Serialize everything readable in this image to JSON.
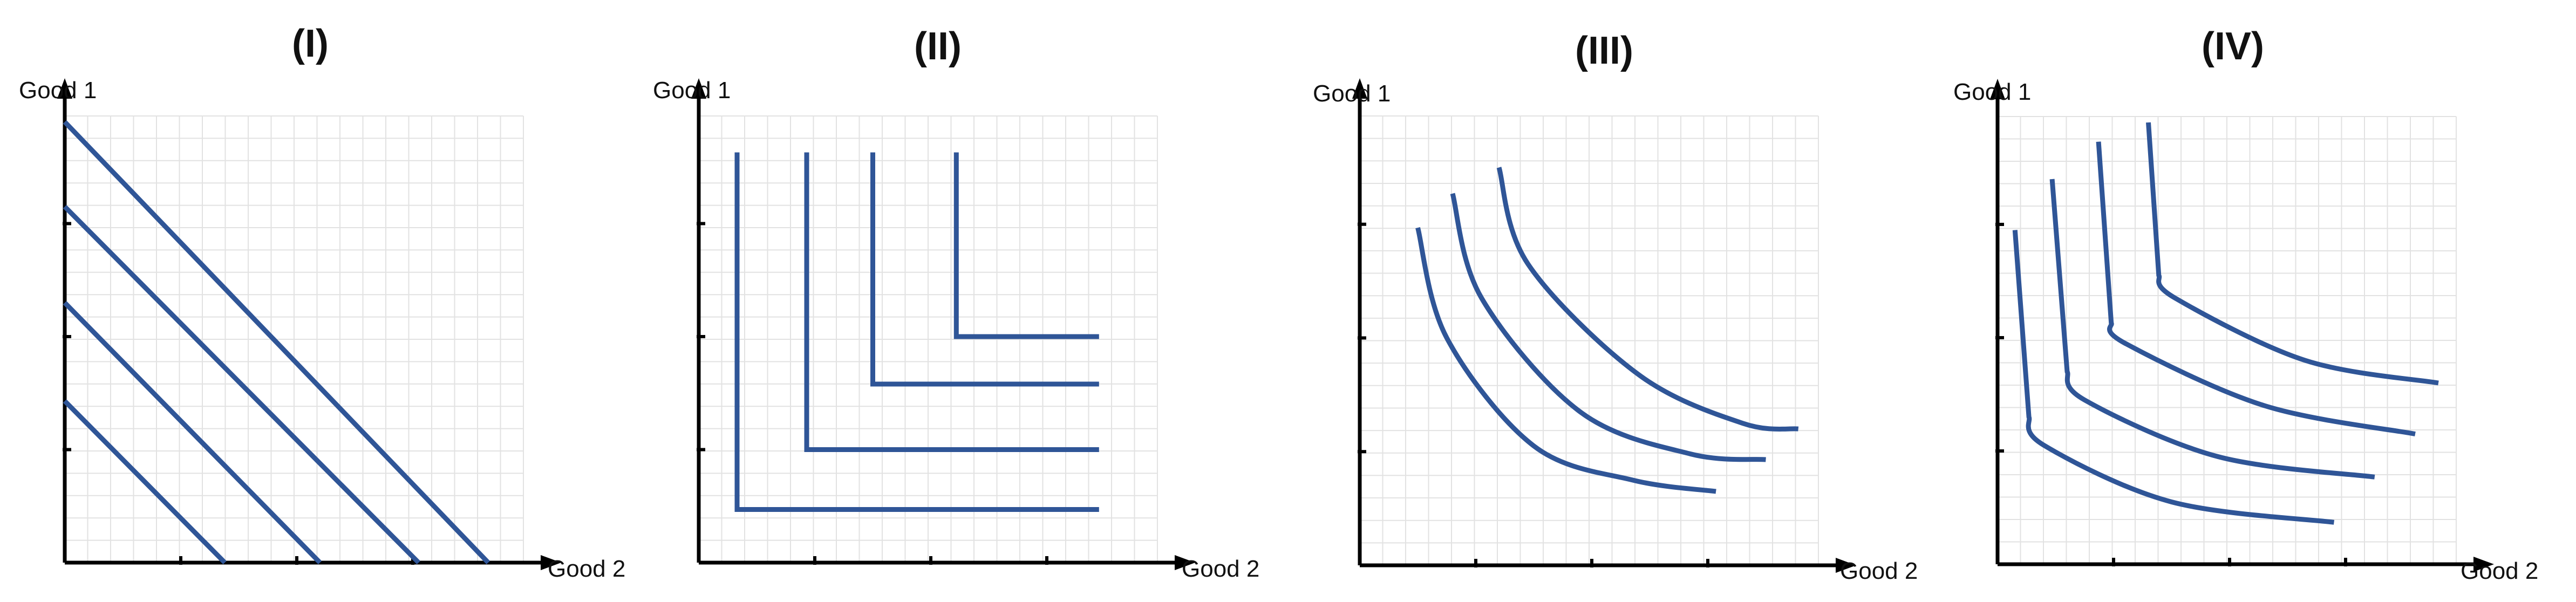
{
  "panels": [
    {
      "id": "panel-1",
      "title": "(I)",
      "y_axis_label": "Good 1",
      "x_axis_label": "Good 2",
      "curve_type": "linear",
      "curve_count": 4
    },
    {
      "id": "panel-2",
      "title": "(II)",
      "y_axis_label": "Good 1",
      "x_axis_label": "Good 2",
      "curve_type": "right-angle",
      "curve_count": 4
    },
    {
      "id": "panel-3",
      "title": "(III)",
      "y_axis_label": "Good 1",
      "x_axis_label": "Good 2",
      "curve_type": "convex",
      "curve_count": 3
    },
    {
      "id": "panel-4",
      "title": "(IV)",
      "y_axis_label": "Good 1",
      "x_axis_label": "Good 2",
      "curve_type": "kinked-convex",
      "curve_count": 4
    }
  ],
  "colors": {
    "curve": "#2f5597",
    "axis": "#000000",
    "grid": "#e2e2e2",
    "text": "#111111"
  },
  "chart_data": [
    {
      "type": "line",
      "title": "(I)",
      "xlabel": "Good 2",
      "ylabel": "Good 1",
      "grid": true,
      "series": [
        {
          "x": [
            0,
            1.38
          ],
          "y": [
            1.43,
            0
          ]
        },
        {
          "x": [
            0,
            2.2
          ],
          "y": [
            2.3,
            0
          ]
        },
        {
          "x": [
            0,
            3.05
          ],
          "y": [
            3.15,
            0
          ]
        },
        {
          "x": [
            0,
            3.65
          ],
          "y": [
            3.9,
            0
          ]
        }
      ]
    },
    {
      "type": "line",
      "title": "(II)",
      "xlabel": "Good 2",
      "ylabel": "Good 1",
      "grid": true,
      "series": [
        {
          "x": [
            0.33,
            0.33,
            3.45
          ],
          "y": [
            3.63,
            0.47,
            0.47
          ]
        },
        {
          "x": [
            0.93,
            0.93,
            3.45
          ],
          "y": [
            3.63,
            1.0,
            1.0
          ]
        },
        {
          "x": [
            1.5,
            1.5,
            3.45
          ],
          "y": [
            3.63,
            1.58,
            1.58
          ]
        },
        {
          "x": [
            2.22,
            2.22,
            3.45
          ],
          "y": [
            3.63,
            2.0,
            2.0
          ]
        }
      ]
    },
    {
      "type": "line",
      "title": "(III)",
      "xlabel": "Good 2",
      "ylabel": "Good 1",
      "grid": true,
      "series": [
        {
          "x": [
            0.5,
            0.75,
            1.5,
            2.35,
            3.07
          ],
          "y": [
            2.97,
            2.0,
            1.05,
            0.75,
            0.65
          ]
        },
        {
          "x": [
            0.8,
            1.05,
            1.9,
            2.85,
            3.5
          ],
          "y": [
            3.27,
            2.35,
            1.35,
            0.98,
            0.93
          ]
        },
        {
          "x": [
            1.2,
            1.45,
            2.4,
            3.3,
            3.78
          ],
          "y": [
            3.5,
            2.65,
            1.68,
            1.25,
            1.2
          ]
        }
      ]
    },
    {
      "type": "line",
      "title": "(IV)",
      "xlabel": "Good 2",
      "ylabel": "Good 1",
      "grid": true,
      "series": [
        {
          "x": [
            0.15,
            0.27,
            0.4,
            1.5,
            2.9
          ],
          "y": [
            2.95,
            1.3,
            1.05,
            0.55,
            0.37
          ]
        },
        {
          "x": [
            0.47,
            0.6,
            0.75,
            1.9,
            3.25
          ],
          "y": [
            3.4,
            1.7,
            1.45,
            0.95,
            0.77
          ]
        },
        {
          "x": [
            0.87,
            0.98,
            1.1,
            2.3,
            3.6
          ],
          "y": [
            3.73,
            2.13,
            1.95,
            1.4,
            1.15
          ]
        },
        {
          "x": [
            1.3,
            1.39,
            1.53,
            2.65,
            3.8
          ],
          "y": [
            3.9,
            2.55,
            2.35,
            1.8,
            1.6
          ]
        }
      ]
    }
  ]
}
